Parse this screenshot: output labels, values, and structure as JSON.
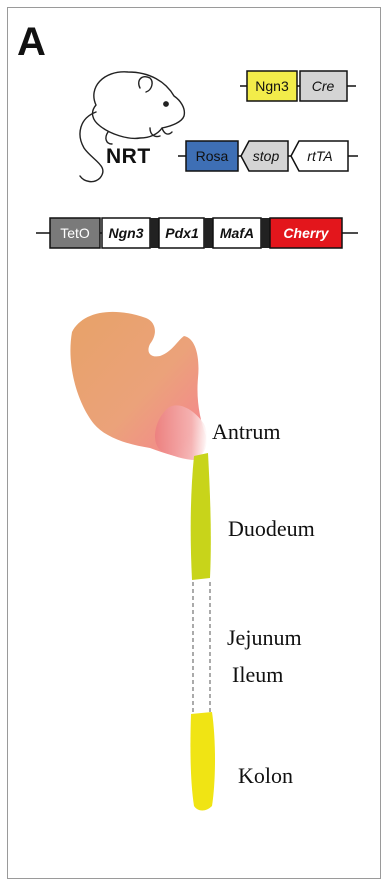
{
  "panel_label": "A",
  "mouse": {
    "label": "NRT"
  },
  "constructs": {
    "driver": {
      "segments": [
        {
          "text": "Ngn3",
          "fill": "#f2ec4a"
        },
        {
          "text": "Cre",
          "fill": "#d4d4d4"
        }
      ]
    },
    "rosa": {
      "segments": [
        {
          "text": "Rosa",
          "fill": "#3e6fb5"
        },
        {
          "text": "stop",
          "fill": "#d4d4d4"
        },
        {
          "text": "rtTA",
          "fill": "#ffffff"
        }
      ]
    },
    "tet": {
      "segments": [
        {
          "text": "TetO",
          "fill": "#7a7a7a"
        },
        {
          "text": "Ngn3",
          "fill": "#ffffff"
        },
        {
          "text": "Pdx1",
          "fill": "#ffffff"
        },
        {
          "text": "MafA",
          "fill": "#ffffff"
        },
        {
          "text": "Cherry",
          "fill": "#e3161c"
        }
      ]
    }
  },
  "gut_regions": {
    "antrum": "Antrum",
    "duodenum": "Duodeum",
    "jejunum": "Jejunum",
    "ileum": "Ileum",
    "colon": "Kolon"
  },
  "colors": {
    "stomach_orange": "#e8a46a",
    "stomach_pink": "#f08a8a",
    "intestine_yellowgreen": "#c8d41a",
    "colon_yellow": "#f0e414"
  }
}
